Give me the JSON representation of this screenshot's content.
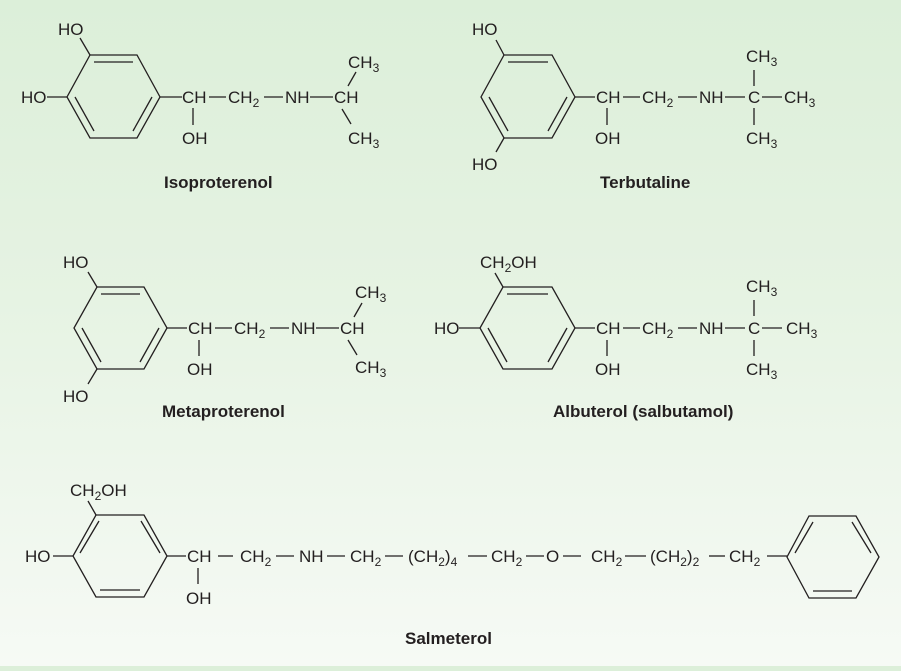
{
  "background": {
    "top_color": "#dcefd9",
    "bottom_color": "#f6faf5"
  },
  "ink_color": "#231f20",
  "structures": [
    {
      "name": "Isoproterenol",
      "ring_substituents": {
        "top": "HO",
        "left": "HO"
      },
      "chain": [
        "CH",
        "CH2",
        "NH",
        "CH"
      ],
      "branch_top": "CH3",
      "branch_bottom": "CH3",
      "hydroxyl": "OH"
    },
    {
      "name": "Terbutaline",
      "ring_substituents": {
        "top": "HO",
        "bottom": "HO"
      },
      "chain": [
        "CH",
        "CH2",
        "NH",
        "C",
        "CH3"
      ],
      "branch_top": "CH3",
      "branch_bottom": "CH3",
      "hydroxyl": "OH"
    },
    {
      "name": "Metaproterenol",
      "ring_substituents": {
        "top": "HO",
        "bottom": "HO"
      },
      "chain": [
        "CH",
        "CH2",
        "NH",
        "CH"
      ],
      "branch_top": "CH3",
      "branch_bottom": "CH3",
      "hydroxyl": "OH"
    },
    {
      "name": "Albuterol (salbutamol)",
      "ring_substituents": {
        "top": "CH2OH",
        "left": "HO"
      },
      "chain": [
        "CH",
        "CH2",
        "NH",
        "C",
        "CH3"
      ],
      "branch_top": "CH3",
      "branch_bottom": "CH3",
      "hydroxyl": "OH"
    },
    {
      "name": "Salmeterol",
      "ring_substituents": {
        "top": "CH2OH",
        "left": "HO"
      },
      "chain": [
        "CH",
        "CH2",
        "NH",
        "CH2",
        "(CH2)4",
        "CH2",
        "O",
        "CH2",
        "(CH2)2",
        "CH2"
      ],
      "hydroxyl": "OH",
      "terminal_group": "phenyl"
    }
  ]
}
